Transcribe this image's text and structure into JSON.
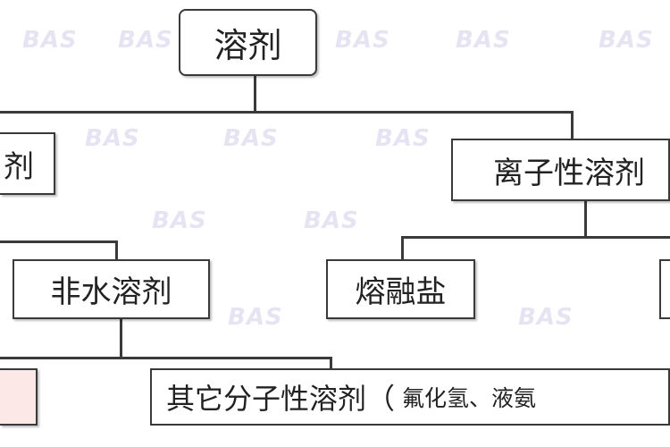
{
  "watermark": "BAS",
  "nodes": {
    "root": "溶剂",
    "left_partial": "剂",
    "ionic": "离子性溶剂",
    "nonaqueous": "非水溶剂",
    "molten_salt": "熔融盐",
    "other_molecular": "其它分子性溶剂（",
    "other_molecular_examples": "氟化氢、液氨"
  },
  "colors": {
    "border": "#3a3a3a",
    "pink_fill": "#fde8e8"
  }
}
